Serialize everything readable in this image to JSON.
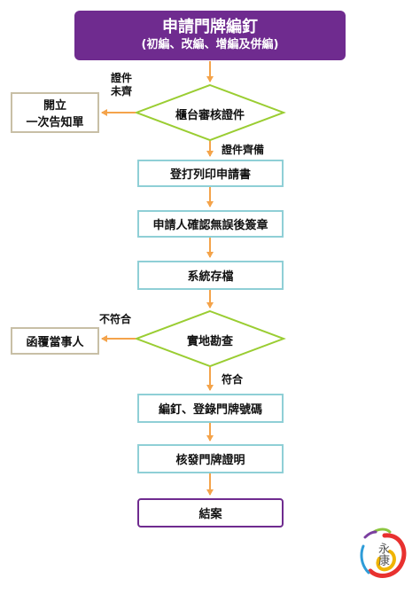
{
  "title": {
    "main": "申請門牌編釘",
    "sub": "(初編、改編、增編及併編)"
  },
  "steps": {
    "counter_check": "櫃台審核證件",
    "print_form": "登打列印申請書",
    "confirm_seal": "申請人確認無誤後簽章",
    "system_save": "系統存檔",
    "field_check": "實地勘查",
    "assign_register": "編釘、登錄門牌號碼",
    "issue_certificate": "核發門牌證明",
    "close_case": "結案"
  },
  "side_boxes": {
    "notice_line1": "開立",
    "notice_line2": "一次告知單",
    "reply_party": "函覆當事人"
  },
  "labels": {
    "docs_incomplete_1": "證件",
    "docs_incomplete_2": "未齊",
    "docs_complete": "證件齊備",
    "not_conform": "不符合",
    "conform": "符合"
  },
  "logo": {
    "text": "永康"
  },
  "colors": {
    "purple": "#6f2b8f",
    "arrow": "#f4a34a",
    "diamond": "#9acd32",
    "teal": "#8fcfd6",
    "tan": "#c8bfa6"
  }
}
